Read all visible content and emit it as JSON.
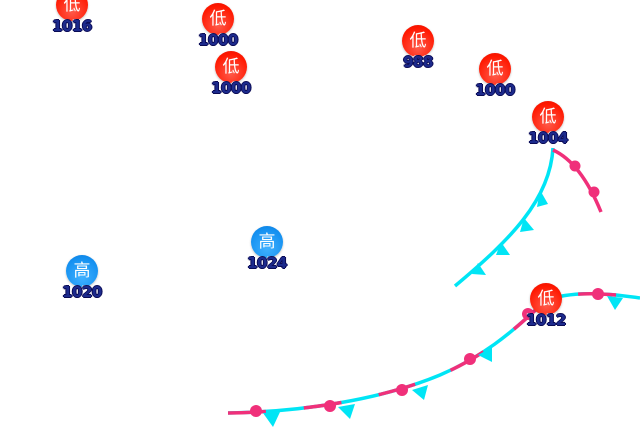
{
  "colors": {
    "low": "#ff1800",
    "high": "#1490f0",
    "cold_front": "#00e5f5",
    "warm_front": "#f0307a",
    "label": "#0b0b55"
  },
  "centers": [
    {
      "type": "low",
      "symbol": "低",
      "pressure": "1016"
    },
    {
      "type": "low",
      "symbol": "低",
      "pressure": "1000"
    },
    {
      "type": "low",
      "symbol": "低",
      "pressure": "1000"
    },
    {
      "type": "low",
      "symbol": "低",
      "pressure": "988"
    },
    {
      "type": "low",
      "symbol": "低",
      "pressure": "1000"
    },
    {
      "type": "low",
      "symbol": "低",
      "pressure": "1004"
    },
    {
      "type": "high",
      "symbol": "高",
      "pressure": "1024"
    },
    {
      "type": "high",
      "symbol": "高",
      "pressure": "1020"
    },
    {
      "type": "low",
      "symbol": "低",
      "pressure": "1012"
    }
  ],
  "fronts": [
    {
      "type": "cold"
    },
    {
      "type": "warm"
    },
    {
      "type": "stationary"
    }
  ]
}
